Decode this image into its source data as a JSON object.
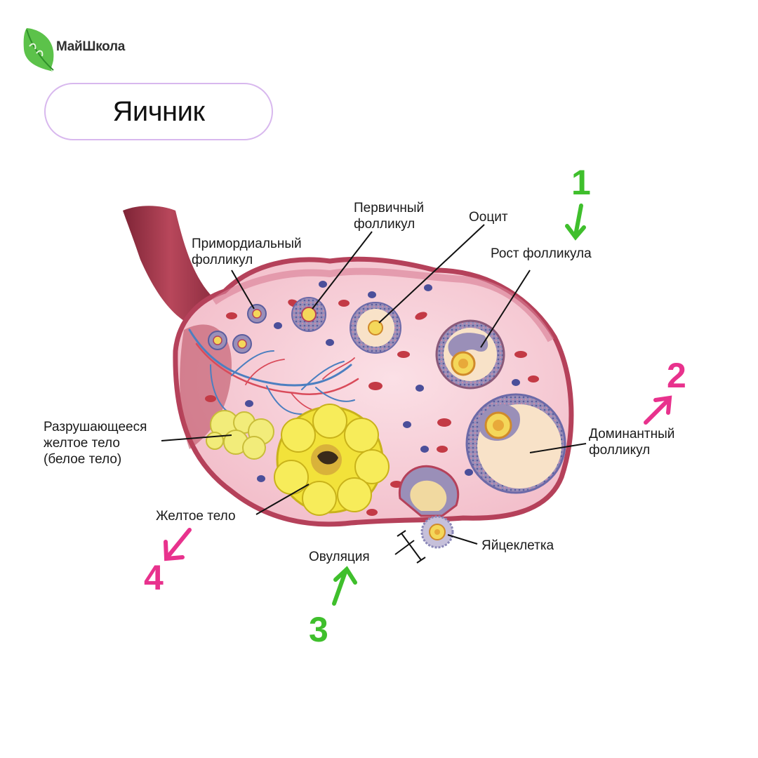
{
  "brand": {
    "name": "МайШкола",
    "icon": "leaf-icon",
    "color": "#4cb848"
  },
  "title": "Яичник",
  "labels": {
    "primordial": [
      "Примордиальный",
      "фолликул"
    ],
    "primary": [
      "Первичный",
      "фолликул"
    ],
    "oocyte": "Ооцит",
    "growth": "Рост фолликула",
    "dominant": [
      "Доминантный",
      "фолликул"
    ],
    "degenerating": [
      "Разрушающееся",
      "желтое тело",
      "(белое тело)"
    ],
    "corpus_luteum": "Желтое тело",
    "ovulation": "Овуляция",
    "egg": "Яйцеклетка"
  },
  "steps": [
    {
      "number": "1",
      "color": "#3fbf2c"
    },
    {
      "number": "2",
      "color": "#e8328d"
    },
    {
      "number": "3",
      "color": "#3fbf2c"
    },
    {
      "number": "4",
      "color": "#e8328d"
    }
  ],
  "colors": {
    "ovary_fill": "#f4c6d1",
    "ovary_edge": "#b5415a",
    "fallopian": "#a63a4e",
    "yellow_body": "#f2e23a",
    "follicle_fluid": "#f8e2c8",
    "accent_green": "#3fbf2c",
    "accent_pink": "#e8328d"
  }
}
